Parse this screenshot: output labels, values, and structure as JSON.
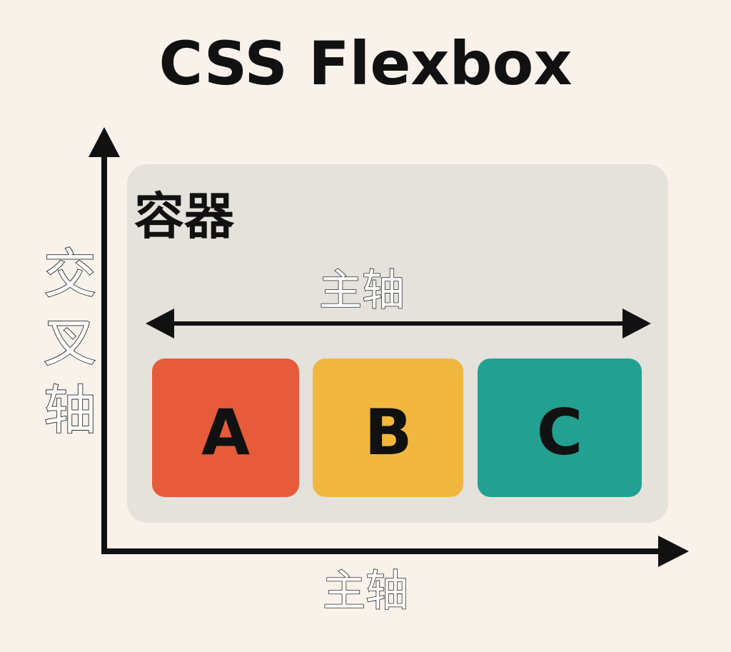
{
  "title": "CSS Flexbox",
  "container": {
    "label": "容器",
    "fill": "#e5e2dc"
  },
  "axes": {
    "cross_axis_label": [
      "交",
      "叉",
      "轴"
    ],
    "main_axis_label_inner": "主轴",
    "main_axis_label_outer": "主轴"
  },
  "items": [
    {
      "label": "A",
      "color": "#e75b3a"
    },
    {
      "label": "B",
      "color": "#f1b73f"
    },
    {
      "label": "C",
      "color": "#22a092"
    }
  ],
  "colors": {
    "background": "#f8f2ea",
    "ink": "#111111"
  }
}
